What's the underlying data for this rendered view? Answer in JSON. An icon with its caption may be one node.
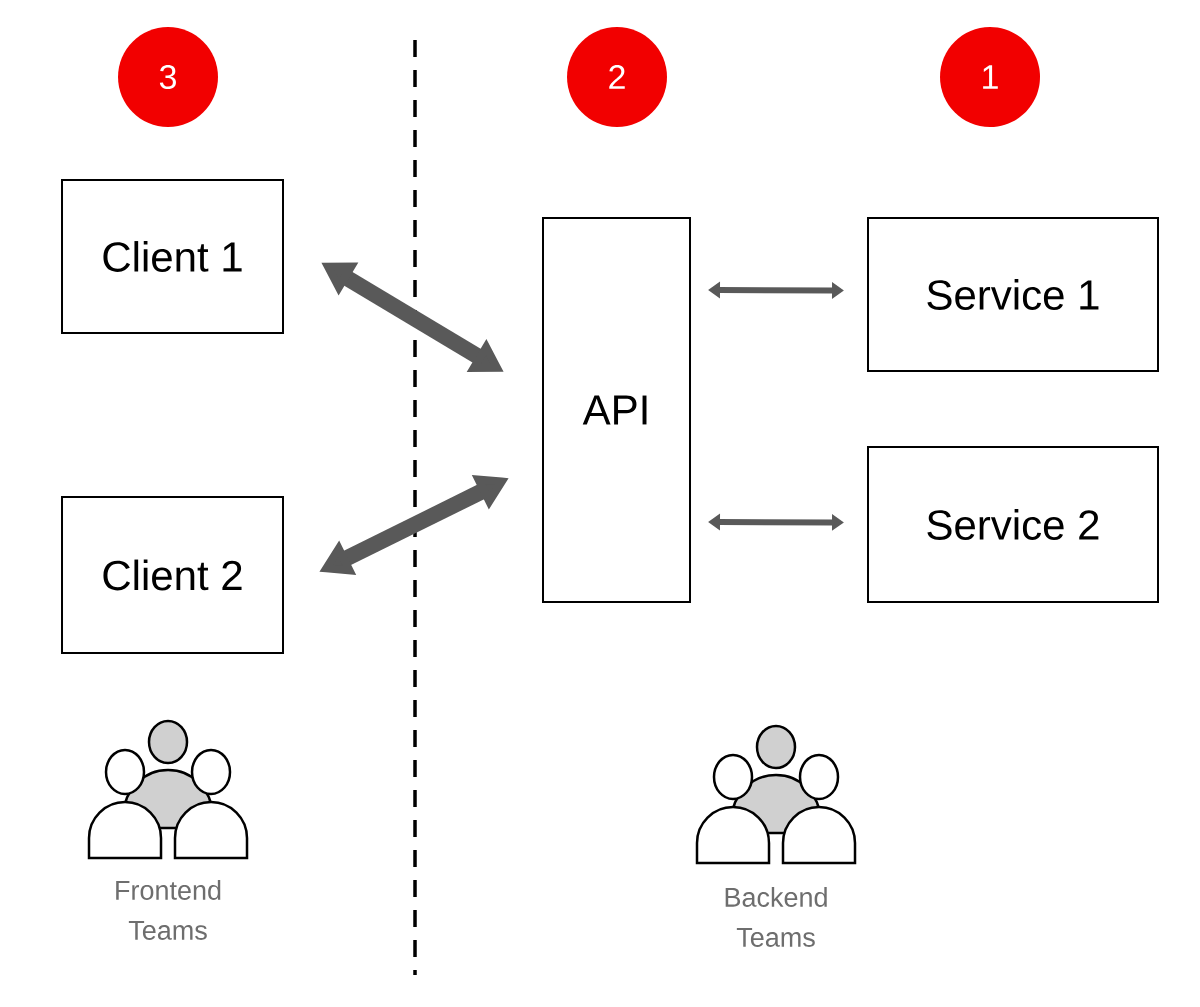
{
  "diagram": {
    "nodes": [
      {
        "text": [
          "3"
        ]
      },
      {
        "text": [
          "2"
        ]
      },
      {
        "text": [
          "1"
        ]
      },
      {
        "text": [
          "Client 1"
        ]
      },
      {
        "text": [
          "Client 2"
        ]
      },
      {
        "text": [
          "API"
        ]
      },
      {
        "text": [
          "Service 1"
        ]
      },
      {
        "text": [
          "Service 2"
        ]
      }
    ],
    "edges": [
      {
        "from": 3,
        "to": 5,
        "arrow": "both",
        "style": "thick"
      },
      {
        "from": 4,
        "to": 5,
        "arrow": "both",
        "style": "thick"
      },
      {
        "from": 5,
        "to": 6,
        "arrow": "both"
      },
      {
        "from": 5,
        "to": 7,
        "arrow": "both"
      }
    ],
    "labels": [
      "Frontend Teams",
      "Backend Teams"
    ]
  }
}
